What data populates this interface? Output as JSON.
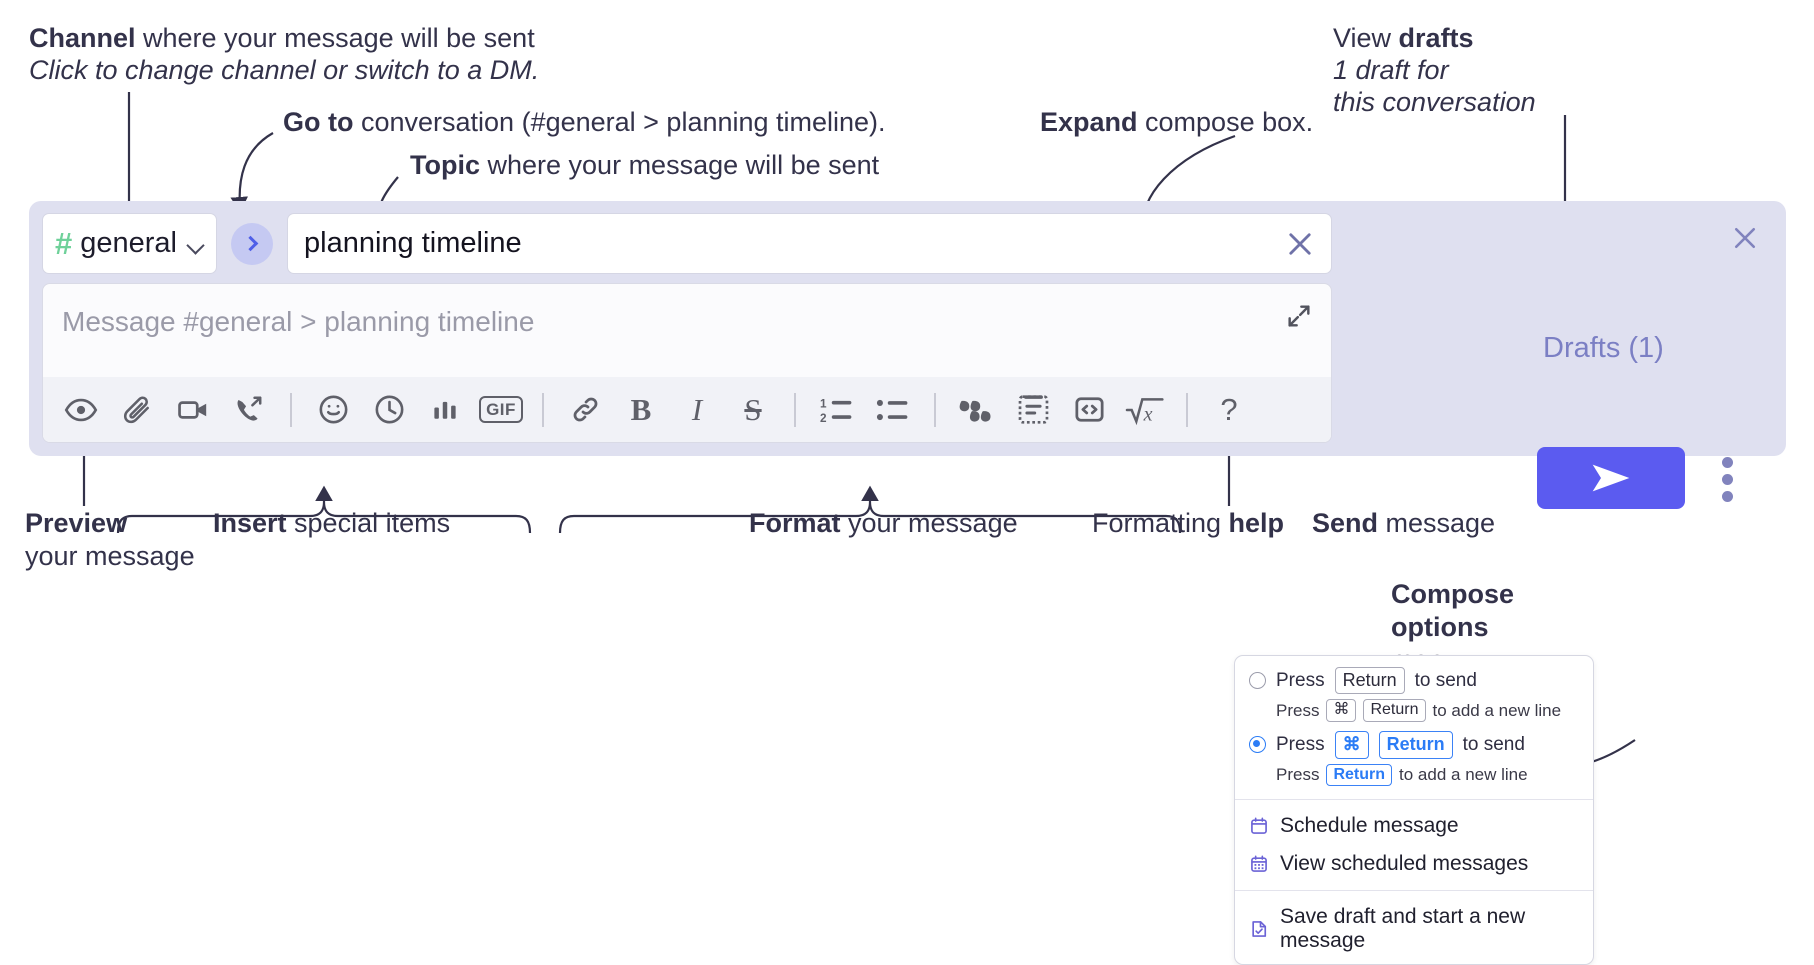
{
  "annotations": {
    "channel": {
      "bold": "Channel",
      "rest": " where your message will be sent",
      "italic": "Click to change channel or switch to a DM."
    },
    "goto": {
      "bold": "Go to",
      "rest": " conversation (#general > planning timeline)."
    },
    "topic": {
      "bold": "Topic",
      "rest": " where your message will be sent"
    },
    "expand": {
      "bold": "Expand",
      "rest": " compose box."
    },
    "drafts": {
      "prefix": "View ",
      "bold": "drafts",
      "italic1": "1 draft for",
      "italic2": "this conversation"
    },
    "preview": {
      "bold": "Preview",
      "rest": "your message"
    },
    "insert": {
      "bold": "Insert",
      "rest": " special items"
    },
    "format": {
      "bold": "Format",
      "rest": " your message"
    },
    "help": {
      "prefix": "Formatting ",
      "bold": "help"
    },
    "send": {
      "bold": "Send",
      "rest": " message"
    },
    "compose_options": {
      "bold1": "Compose",
      "bold2": "options",
      "rest": "menu"
    }
  },
  "compose": {
    "channel_name": "general",
    "channel_hash": "#",
    "topic_value": "planning timeline",
    "message_placeholder": "Message #general > planning timeline",
    "drafts_label": "Drafts (1)",
    "toolbar_left": [
      {
        "name": "preview-icon",
        "label": "Preview"
      },
      {
        "name": "attachment-icon",
        "label": "Attach file"
      },
      {
        "name": "video-icon",
        "label": "Record video"
      },
      {
        "name": "phone-forward-icon",
        "label": "Call"
      }
    ],
    "toolbar_insert": [
      {
        "name": "emoji-icon",
        "label": "Emoji"
      },
      {
        "name": "clock-icon",
        "label": "Reminder"
      },
      {
        "name": "poll-icon",
        "label": "Poll"
      },
      {
        "name": "gif-icon",
        "label": "GIF"
      }
    ],
    "toolbar_format_a": [
      {
        "name": "link-icon",
        "label": "Link"
      },
      {
        "name": "bold-icon",
        "label": "B"
      },
      {
        "name": "italic-icon",
        "label": "I"
      },
      {
        "name": "strikethrough-icon",
        "label": "S"
      }
    ],
    "toolbar_format_b": [
      {
        "name": "ordered-list-icon",
        "label": "Numbered list"
      },
      {
        "name": "bullet-list-icon",
        "label": "Bulleted list"
      },
      {
        "name": "blockquote-icon",
        "label": "Blockquote"
      },
      {
        "name": "code-block-icon",
        "label": "Code block"
      },
      {
        "name": "inline-code-icon",
        "label": "Inline code"
      },
      {
        "name": "math-icon",
        "label": "Math"
      }
    ],
    "help_label": "?"
  },
  "menu": {
    "option1": {
      "press": "Press",
      "key": "Return",
      "tail": "to send"
    },
    "option1_sub": {
      "press": "Press",
      "key1": "⌘",
      "key2": "Return",
      "tail": "to add a new line"
    },
    "option2": {
      "press": "Press",
      "key1": "⌘",
      "key2": "Return",
      "tail": "to send"
    },
    "option2_sub": {
      "press": "Press",
      "key": "Return",
      "tail": "to add a new line"
    },
    "items": [
      {
        "icon": "calendar-icon",
        "label": "Schedule message"
      },
      {
        "icon": "calendar-grid-icon",
        "label": "View scheduled messages"
      },
      {
        "icon": "save-draft-icon",
        "label": "Save draft and start a new message"
      }
    ]
  },
  "colors": {
    "panel_bg": "#dfe0f0",
    "send_button": "#5b5bf0",
    "accent_blue": "#4f5fe8",
    "channel_hash_green": "#6fd19a",
    "drafts_text": "#7b7fc4",
    "radio_selected": "#2b7cf6"
  }
}
